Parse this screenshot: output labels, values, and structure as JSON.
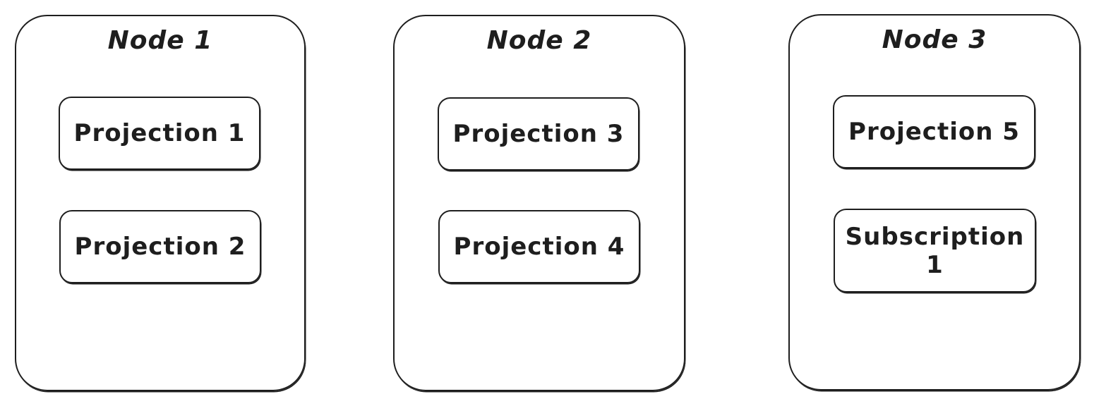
{
  "nodes": [
    {
      "title": "Node 1",
      "items": [
        "Projection 1",
        "Projection 2"
      ]
    },
    {
      "title": "Node 2",
      "items": [
        "Projection 3",
        "Projection 4"
      ]
    },
    {
      "title": "Node 3",
      "items": [
        "Projection 5",
        "Subscription 1"
      ]
    }
  ]
}
